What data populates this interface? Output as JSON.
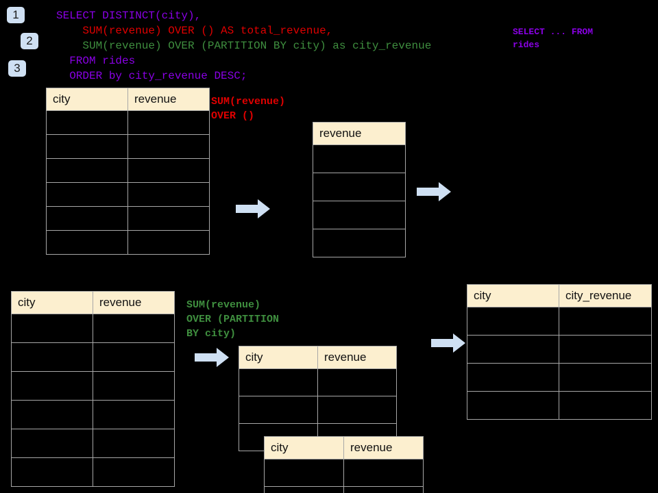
{
  "background": "#000000",
  "accent": "#cfe0f3",
  "header_fill": "#fcefcf",
  "border_color": "#a8a8a8",
  "badges": [
    {
      "label": "1"
    },
    {
      "label": "2"
    },
    {
      "label": "3"
    }
  ],
  "query": {
    "lines": [
      {
        "text": "SELECT DISTINCT(city),",
        "color": "#8a00e6"
      },
      {
        "text": "    SUM(revenue) OVER () AS total_revenue,",
        "color": "#e00000"
      },
      {
        "text": "    SUM(revenue) OVER (PARTITION BY city) as city_revenue",
        "color": "#3f8f3f"
      },
      {
        "text": "  FROM rides",
        "color": "#8a00e6"
      },
      {
        "text": "  ORDER by city_revenue DESC;",
        "color": "#8a00e6"
      }
    ]
  },
  "side_note": {
    "text": "SELECT ... FROM\nrides",
    "color": "#8a00e6"
  },
  "annotations": [
    {
      "name": "sum-over-empty",
      "text": "SUM(revenue)\nOVER ()",
      "color": "#e00000"
    },
    {
      "name": "sum-over-partition",
      "text": "SUM(revenue)\nOVER (PARTITION\nBY city)",
      "color": "#3f8f3f"
    }
  ],
  "tables": {
    "source_top": {
      "headers": [
        "city",
        "revenue"
      ],
      "row_count": 6
    },
    "total_revenue": {
      "headers": [
        "revenue"
      ],
      "row_count": 4
    },
    "source_bottom": {
      "headers": [
        "city",
        "revenue"
      ],
      "row_count": 6
    },
    "partition_a": {
      "headers": [
        "city",
        "revenue"
      ],
      "row_count": 3
    },
    "partition_b": {
      "headers": [
        "city",
        "revenue"
      ],
      "row_count": 2
    },
    "result": {
      "headers": [
        "city",
        "city_revenue"
      ],
      "row_count": 4
    }
  },
  "arrows": [
    {
      "name": "arrow-top-left",
      "icon": "arrow-right-icon"
    },
    {
      "name": "arrow-top-right",
      "icon": "arrow-right-icon"
    },
    {
      "name": "arrow-bottom-left",
      "icon": "arrow-right-icon"
    },
    {
      "name": "arrow-bottom-right",
      "icon": "arrow-right-icon"
    }
  ]
}
